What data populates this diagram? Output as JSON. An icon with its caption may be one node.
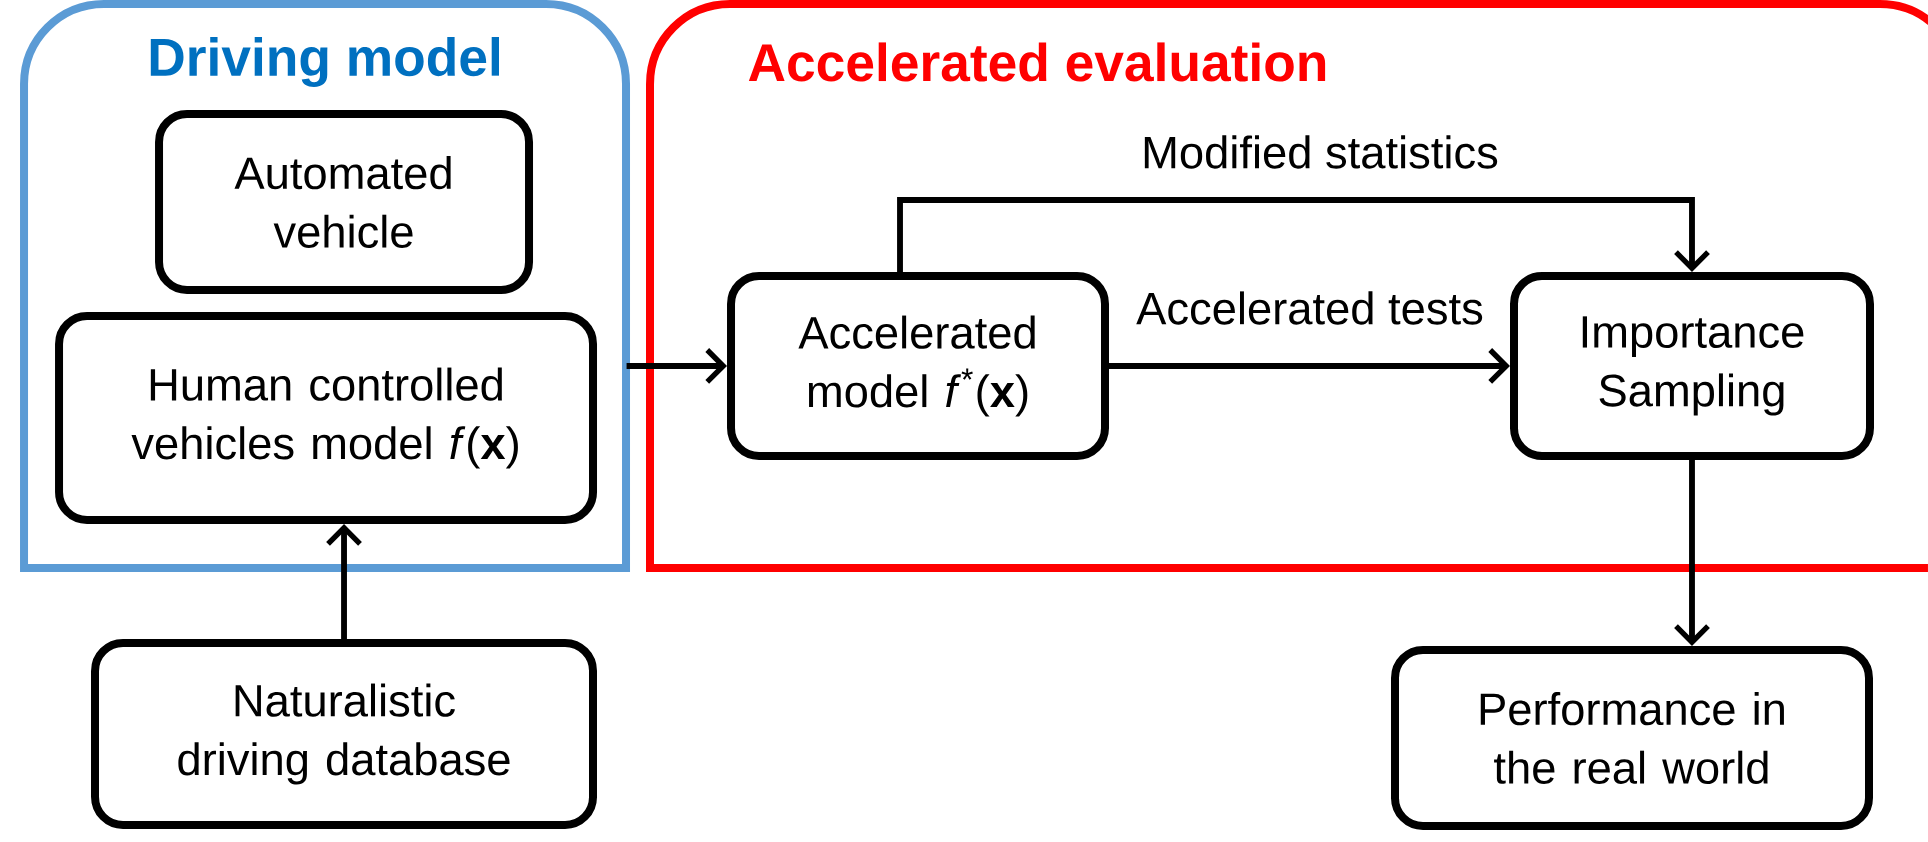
{
  "diagram": {
    "nodes": [
      {
        "text": [
          "Driving model"
        ]
      },
      {
        "text": [
          "Automated vehicle"
        ],
        "in": 0
      },
      {
        "text": [
          "Human controlled vehicles model *f*(**x**)"
        ],
        "in": 0
      },
      {
        "text": [
          "Accelerated evaluation"
        ]
      },
      {
        "text": [
          "Accelerated model *f*$^{*}$(**x**)"
        ],
        "in": 3
      },
      {
        "text": [
          "Importance Sampling"
        ],
        "in": 3
      },
      {
        "text": [
          "Naturalistic driving database"
        ]
      },
      {
        "text": [
          "Performance in the real world"
        ]
      }
    ],
    "edges": [
      {
        "from": 6,
        "to": 2,
        "arrow": "to"
      },
      {
        "from": 0,
        "to": 4,
        "arrow": "to"
      },
      {
        "from": 4,
        "to": 5,
        "arrow": "to",
        "label": "Modified statistics"
      },
      {
        "from": 4,
        "to": 5,
        "arrow": "to",
        "label": "Accelerated tests"
      },
      {
        "from": 5,
        "to": 7,
        "arrow": "to"
      }
    ]
  }
}
